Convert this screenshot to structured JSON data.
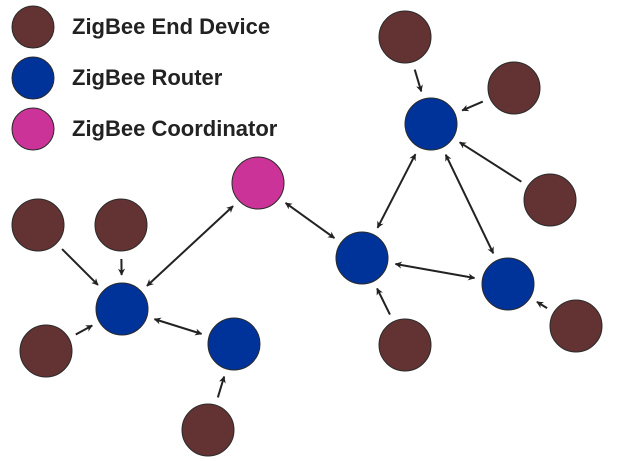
{
  "legend": {
    "items": [
      {
        "label": "ZigBee End Device",
        "type": "end_device"
      },
      {
        "label": "ZigBee Router",
        "type": "router"
      },
      {
        "label": "ZigBee Coordinator",
        "type": "coordinator"
      }
    ]
  },
  "colors": {
    "end_device": "#633232",
    "router": "#003399",
    "coordinator": "#CC3399",
    "stroke": "#2a2a2a",
    "arrow": "#222222"
  },
  "network": {
    "nodes": [
      {
        "id": "coordinator",
        "type": "coordinator"
      },
      {
        "id": "router-1",
        "type": "router"
      },
      {
        "id": "router-2",
        "type": "router"
      },
      {
        "id": "router-3",
        "type": "router"
      },
      {
        "id": "router-4",
        "type": "router"
      },
      {
        "id": "router-5",
        "type": "router"
      },
      {
        "id": "end-device-a",
        "type": "end_device"
      },
      {
        "id": "end-device-b",
        "type": "end_device"
      },
      {
        "id": "end-device-c",
        "type": "end_device"
      },
      {
        "id": "end-device-d",
        "type": "end_device"
      },
      {
        "id": "end-device-e",
        "type": "end_device"
      },
      {
        "id": "end-device-f",
        "type": "end_device"
      },
      {
        "id": "end-device-g",
        "type": "end_device"
      },
      {
        "id": "end-device-h",
        "type": "end_device"
      },
      {
        "id": "end-device-i",
        "type": "end_device"
      }
    ],
    "links": [
      {
        "from": "end-device-a",
        "to": "router-1",
        "bidirectional": false
      },
      {
        "from": "end-device-b",
        "to": "router-1",
        "bidirectional": false
      },
      {
        "from": "end-device-c",
        "to": "router-1",
        "bidirectional": false
      },
      {
        "from": "router-1",
        "to": "coordinator",
        "bidirectional": true
      },
      {
        "from": "router-1",
        "to": "router-2",
        "bidirectional": true
      },
      {
        "from": "end-device-d",
        "to": "router-2",
        "bidirectional": false
      },
      {
        "from": "coordinator",
        "to": "router-3",
        "bidirectional": true
      },
      {
        "from": "end-device-e",
        "to": "router-3",
        "bidirectional": false
      },
      {
        "from": "router-3",
        "to": "router-4",
        "bidirectional": true
      },
      {
        "from": "router-3",
        "to": "router-5",
        "bidirectional": true
      },
      {
        "from": "end-device-f",
        "to": "router-4",
        "bidirectional": false
      },
      {
        "from": "end-device-g",
        "to": "router-4",
        "bidirectional": false
      },
      {
        "from": "end-device-h",
        "to": "router-4",
        "bidirectional": false
      },
      {
        "from": "router-5",
        "to": "router-4",
        "bidirectional": true
      },
      {
        "from": "end-device-i",
        "to": "router-5",
        "bidirectional": false
      }
    ]
  }
}
